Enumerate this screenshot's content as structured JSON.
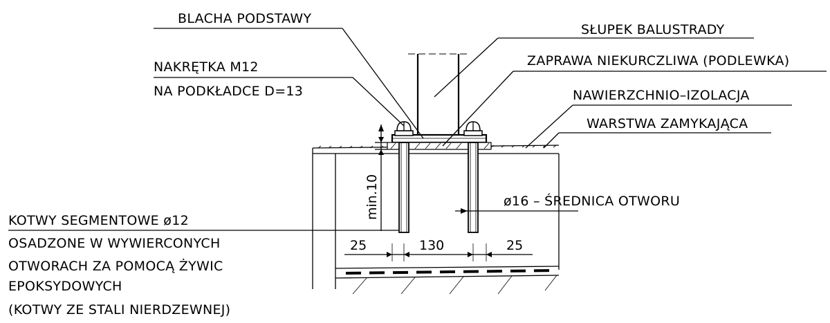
{
  "labels": {
    "base_plate": "BLACHA PODSTAWY",
    "post": "SŁUPEK BALUSTRADY",
    "nut_line1": "NAKRĘTKA M12",
    "nut_line2": "NA PODKŁADCE D=13",
    "grout": "ZAPRAWA NIEKURCZLIWA (PODLEWKA)",
    "surface_insulation": "NAWIERZCHNIO–IZOLACJA",
    "closing_layer": "WARSTWA ZAMYKAJĄCA",
    "hole_diameter": "ø16 – ŚREDNICA OTWORU",
    "anchors_line1": "KOTWY SEGMENTOWE ø12",
    "anchors_line2": "OSADZONE W WYWIERCONYCH",
    "anchors_line3": "OTWORACH ZA POMOCĄ ŻYWIC",
    "anchors_line4": "EPOKSYDOWYCH",
    "anchors_line5": "(KOTWY ZE STALI NIERDZEWNEJ)"
  },
  "dimensions": {
    "left_edge": "25",
    "anchor_spacing": "130",
    "right_edge": "25",
    "embed_depth": "min.10"
  }
}
